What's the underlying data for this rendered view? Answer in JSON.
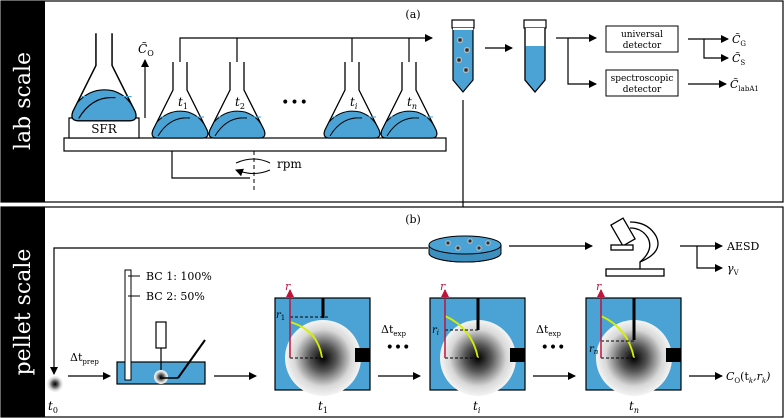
{
  "panels": {
    "lab": {
      "side_label": "lab scale",
      "tag": "(a)"
    },
    "pellet": {
      "side_label": "pellet scale",
      "tag": "(b)"
    }
  },
  "lab": {
    "reactor_box": "SFR",
    "c_o": "C̃",
    "c_o_sub": "O",
    "flask_labels": [
      {
        "main": "t",
        "sub": "1"
      },
      {
        "main": "t",
        "sub": "2"
      },
      {
        "main": "t",
        "sub": "i"
      },
      {
        "main": "t",
        "sub": "n"
      }
    ],
    "ellipsis": "•••",
    "rpm": "rpm",
    "detectors": {
      "universal": [
        "universal",
        "detector"
      ],
      "spectroscopic": [
        "spectroscopic",
        "detector"
      ]
    },
    "outputs": [
      {
        "main": "C̃",
        "sub": "G"
      },
      {
        "main": "C̃",
        "sub": "S"
      },
      {
        "main": "C̃",
        "sub": "labA1"
      }
    ]
  },
  "pellet": {
    "outputs": [
      {
        "main": "AESD",
        "sub": ""
      },
      {
        "main": "γ",
        "sub": "V"
      }
    ],
    "bc_labels": [
      "BC 1: 100%",
      "BC 2: 50%"
    ],
    "t0": {
      "main": "t",
      "sub": "0"
    },
    "dt_prep": {
      "main": "Δt",
      "sub": "prep"
    },
    "dt_exp": {
      "main": "Δt",
      "sub": "exp"
    },
    "ellipsis": "•••",
    "frames": [
      {
        "main": "t",
        "sub": "1",
        "radius_label": "r",
        "radius_sub": "1"
      },
      {
        "main": "t",
        "sub": "i",
        "radius_label": "r",
        "radius_sub": "i"
      },
      {
        "main": "t",
        "sub": "n",
        "radius_label": "r",
        "radius_sub": "n"
      }
    ],
    "axis_label": "r",
    "final_output": {
      "main": "C",
      "sub": "O",
      "args": "(t",
      "args_sub_k": "k",
      "args_mid": ",r",
      "args_end": ")"
    }
  },
  "colors": {
    "liquid": "#4aa3d4",
    "liquid_dark": "#3d8fc0",
    "side_bar": "#000000",
    "red_axis": "#c0143c",
    "yellow_hypha": "#d4f000"
  }
}
